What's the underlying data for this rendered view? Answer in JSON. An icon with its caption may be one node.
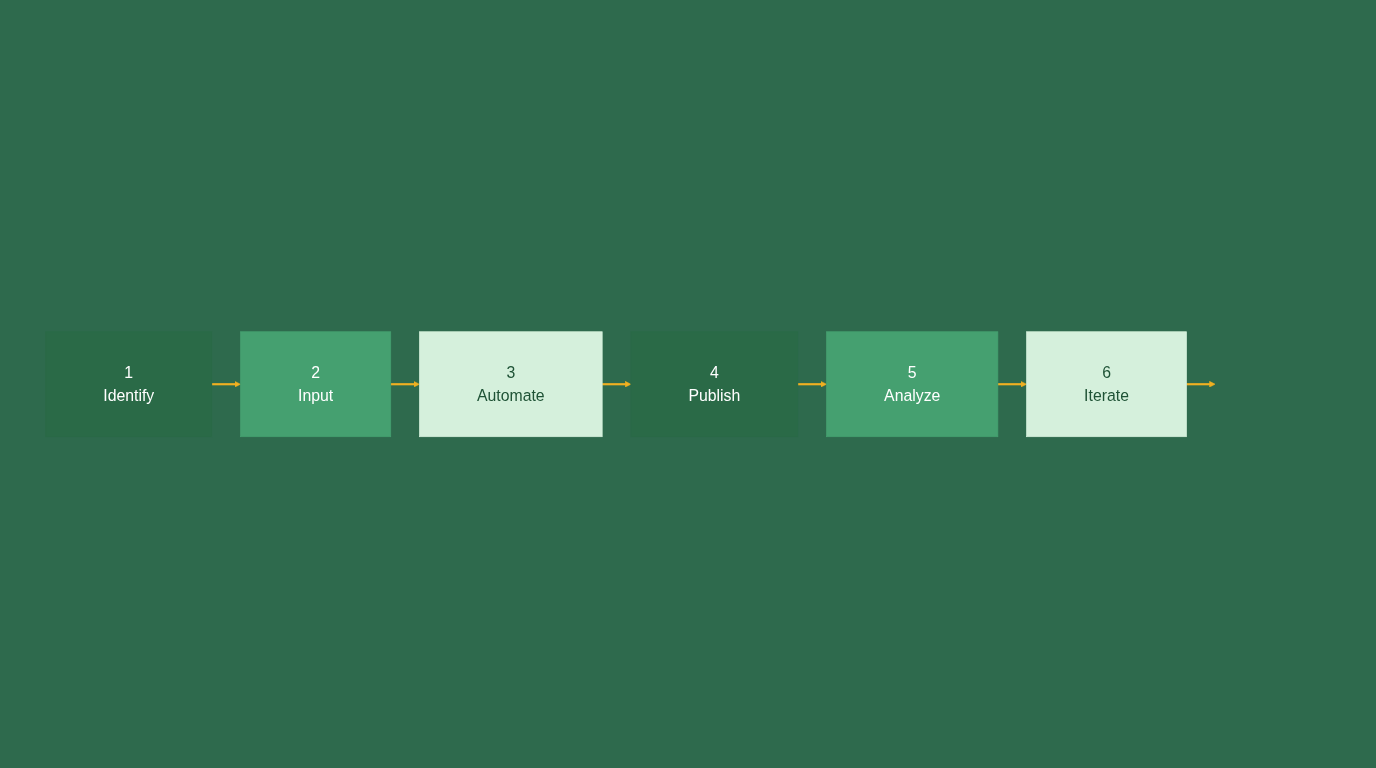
{
  "diagram": {
    "nodes": [
      {
        "text": [
          "1",
          "Identify"
        ]
      },
      {
        "text": [
          "2",
          "Input"
        ]
      },
      {
        "text": [
          "3",
          "Automate"
        ]
      },
      {
        "text": [
          "4",
          "Publish"
        ]
      },
      {
        "text": [
          "5",
          "Analyze"
        ]
      },
      {
        "text": [
          "6",
          "Iterate"
        ]
      }
    ],
    "edges": [
      {
        "from": 0,
        "to": 1,
        "arrow": "to"
      },
      {
        "from": 1,
        "to": 2,
        "arrow": "to"
      },
      {
        "from": 2,
        "to": 3,
        "arrow": "to"
      },
      {
        "from": 3,
        "to": 4,
        "arrow": "to"
      },
      {
        "from": 4,
        "to": 5,
        "arrow": "to"
      },
      {
        "from": 5,
        "to": null,
        "arrow": "to"
      }
    ]
  }
}
